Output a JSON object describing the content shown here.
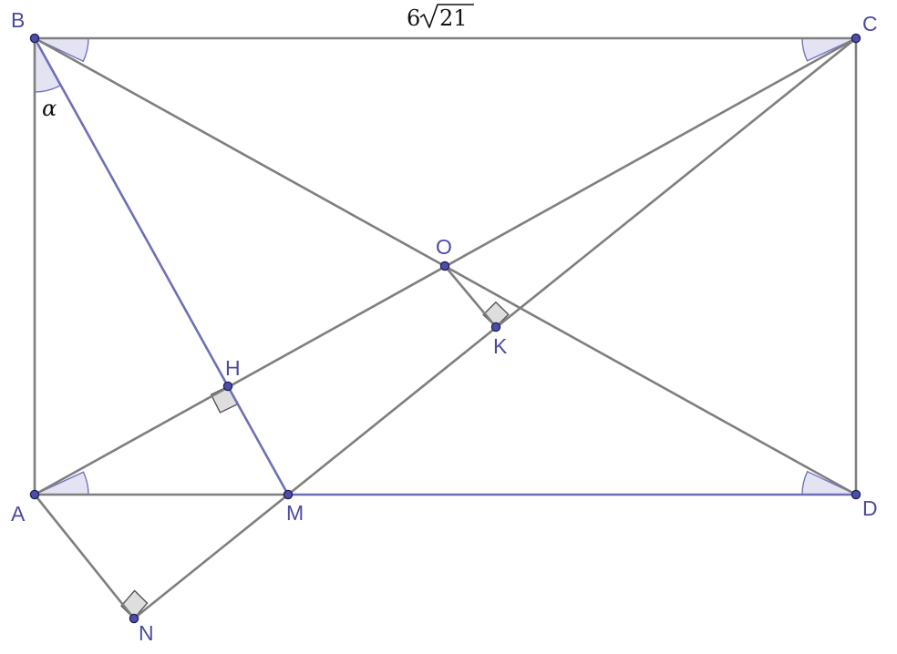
{
  "points": {
    "A": "A",
    "B": "B",
    "C": "C",
    "D": "D",
    "O": "O",
    "H": "H",
    "M": "M",
    "K": "K",
    "N": "N"
  },
  "annotations": {
    "side_coefficient": "6",
    "side_radicand": "21",
    "angle_label": "α"
  },
  "colors": {
    "segment_gray": "#7f7f7f",
    "segment_blue": "#6f6fb8",
    "angle_fill": "#e3e3f4",
    "right_angle_fill": "#dedede",
    "point_fill": "#4d4dab",
    "label_color": "#4b4ba0"
  }
}
